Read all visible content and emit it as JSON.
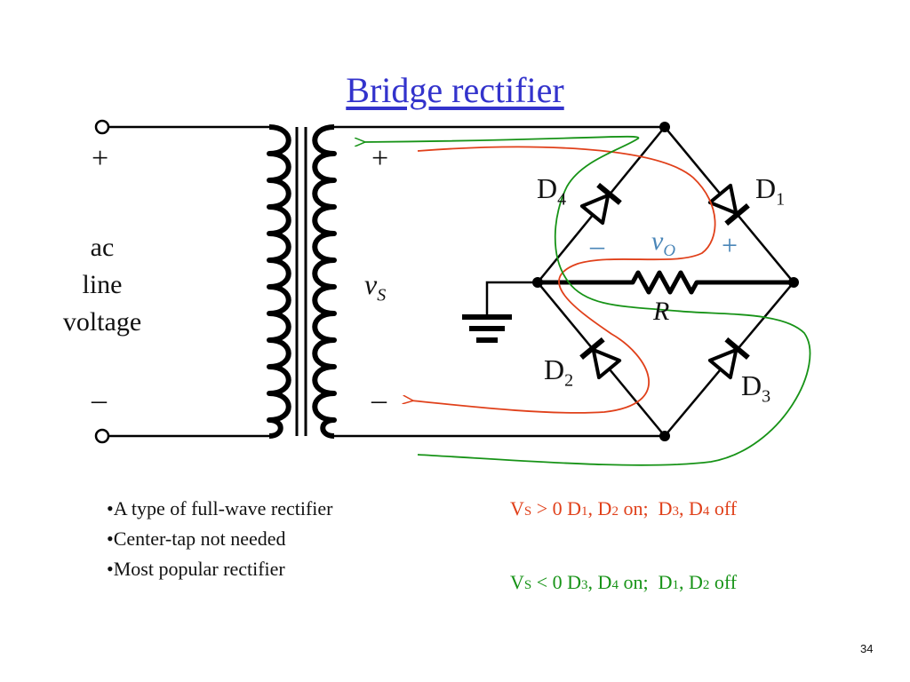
{
  "slide": {
    "title": "Bridge rectifier",
    "page_number": "34"
  },
  "circuit": {
    "source_label_lines": [
      "ac",
      "line",
      "voltage"
    ],
    "primary_plus": "+",
    "primary_minus": "–",
    "secondary_plus": "+",
    "secondary_minus": "–",
    "vs_symbol": "v",
    "vs_sub": "S",
    "vo_symbol": "v",
    "vo_sub": "O",
    "vo_minus": "–",
    "vo_plus": "+",
    "resistor_label": "R",
    "diodes": [
      {
        "letter": "D",
        "sub": "4"
      },
      {
        "letter": "D",
        "sub": "1"
      },
      {
        "letter": "D",
        "sub": "2"
      },
      {
        "letter": "D",
        "sub": "3"
      }
    ],
    "colors": {
      "wire": "#000000",
      "vo_label": "#4a86b8",
      "positive_path": "#e0401a",
      "negative_path": "#179317"
    }
  },
  "bullets": [
    "•A type of full-wave rectifier",
    "•Center-tap not needed",
    "•Most popular rectifier"
  ],
  "conditions": {
    "positive": {
      "vs": "V",
      "vs_sub": "S",
      "rel": " > 0 ",
      "on_a": "D",
      "on_a_sub": "1",
      "on_sep": ", ",
      "on_b": "D",
      "on_b_sub": "2",
      "on_word": " on;  ",
      "off_a": "D",
      "off_a_sub": "3",
      "off_sep": ", ",
      "off_b": "D",
      "off_b_sub": "4",
      "off_word": " off"
    },
    "negative": {
      "vs": "V",
      "vs_sub": "S",
      "rel": " < 0 ",
      "on_a": "D",
      "on_a_sub": "3",
      "on_sep": ", ",
      "on_b": "D",
      "on_b_sub": "4",
      "on_word": " on;  ",
      "off_a": "D",
      "off_a_sub": "1",
      "off_sep": ", ",
      "off_b": "D",
      "off_b_sub": "2",
      "off_word": " off"
    }
  }
}
